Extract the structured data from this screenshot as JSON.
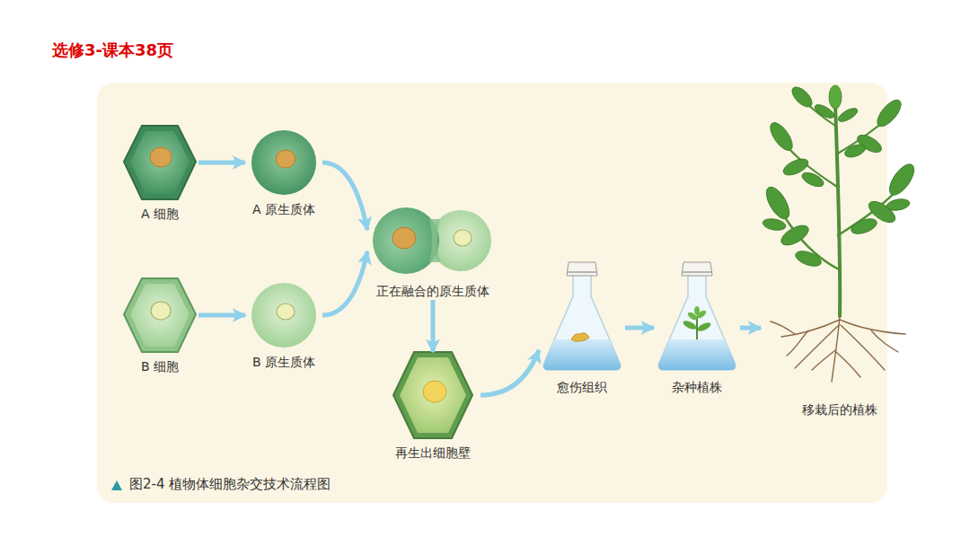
{
  "diagram": {
    "title": "选修3-课本38页",
    "caption": "图2-4 植物体细胞杂交技术流程图",
    "nodes": [
      {
        "text": [
          "A 细胞"
        ]
      },
      {
        "text": [
          "A 原生质体"
        ]
      },
      {
        "text": [
          "B 细胞"
        ]
      },
      {
        "text": [
          "B 原生质体"
        ]
      },
      {
        "text": [
          "正在融合的原生质体"
        ]
      },
      {
        "text": [
          "再生出细胞壁"
        ]
      },
      {
        "text": [
          "愈伤组织"
        ]
      },
      {
        "text": [
          "杂种植株"
        ]
      },
      {
        "text": [
          "移栽后的植株"
        ]
      }
    ],
    "edges": [
      {
        "from": 0,
        "to": 1,
        "arrow": "to"
      },
      {
        "from": 2,
        "to": 3,
        "arrow": "to"
      },
      {
        "from": 1,
        "to": 4,
        "arrow": "to"
      },
      {
        "from": 3,
        "to": 4,
        "arrow": "to"
      },
      {
        "from": 4,
        "to": 5,
        "arrow": "to"
      },
      {
        "from": 5,
        "to": 6,
        "arrow": "to"
      },
      {
        "from": 6,
        "to": 7,
        "arrow": "to"
      },
      {
        "from": 7,
        "to": 8,
        "arrow": "to"
      }
    ]
  }
}
